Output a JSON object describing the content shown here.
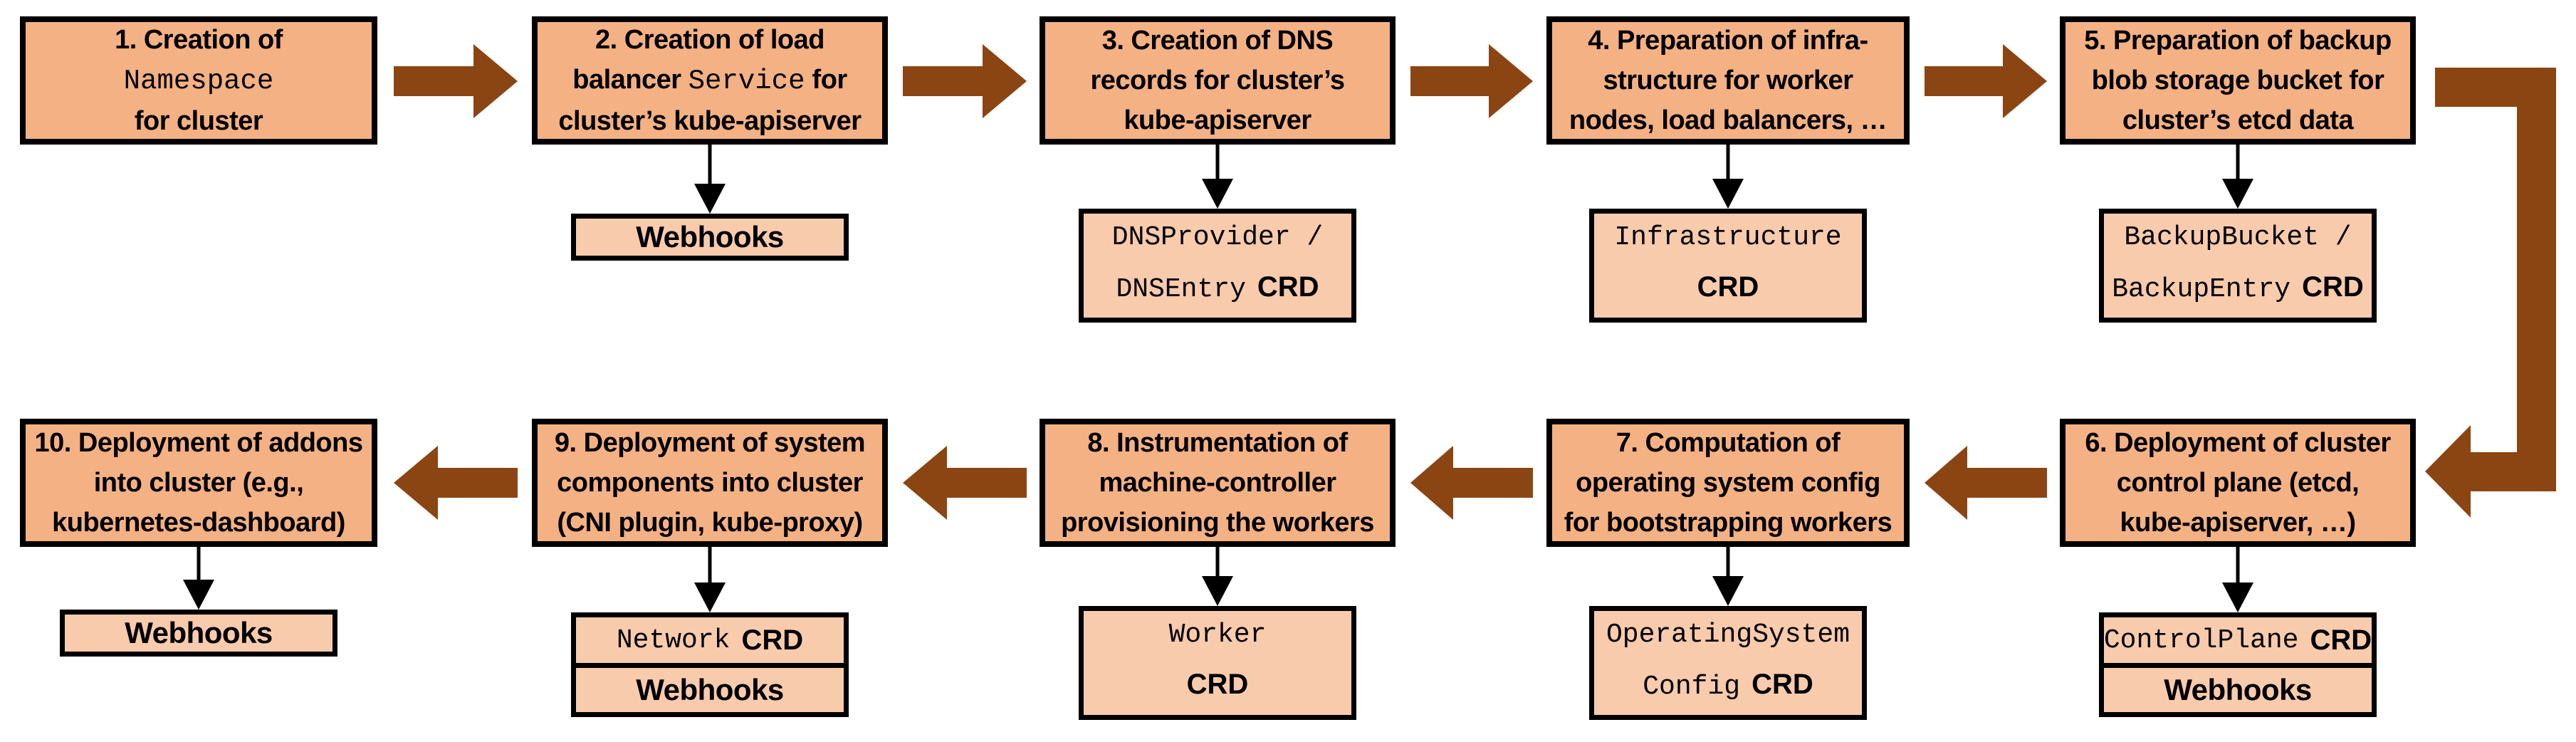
{
  "palette": {
    "box_fill": "#F4B183",
    "sub_fill": "#F8CBAD",
    "arrow": "#8B4513",
    "stroke": "#000000",
    "background": "#FFFFFF"
  },
  "steps": {
    "s1": {
      "l1": "1. Creation of",
      "l2_mono": "Namespace",
      "l3": "for cluster"
    },
    "s2": {
      "l1": "2. Creation of load",
      "l2a": "balancer",
      "l2_mono": "Service",
      "l2b": "for",
      "l3": "cluster’s kube-apiserver"
    },
    "s3": {
      "l1": "3. Creation of DNS",
      "l2": "records for cluster’s",
      "l3": "kube-apiserver"
    },
    "s4": {
      "l1": "4. Preparation of infra-",
      "l2": "structure for worker",
      "l3": "nodes, load balancers, …"
    },
    "s5": {
      "l1": "5. Preparation of backup",
      "l2": "blob storage bucket for",
      "l3": "cluster’s etcd data"
    },
    "s6": {
      "l1": "6. Deployment of cluster",
      "l2": "control plane (etcd,",
      "l3": "kube-apiserver, …)"
    },
    "s7": {
      "l1": "7. Computation of",
      "l2": "operating system config",
      "l3": "for bootstrapping workers"
    },
    "s8": {
      "l1": "8. Instrumentation of",
      "l2": "machine-controller",
      "l3": "provisioning the workers"
    },
    "s9": {
      "l1": "9. Deployment of system",
      "l2": "components into cluster",
      "l3": "(CNI plugin, kube-proxy)"
    },
    "s10": {
      "l1": "10. Deployment of addons",
      "l2": "into cluster (e.g.,",
      "l3": "kubernetes-dashboard)"
    }
  },
  "subs": {
    "webhooks": "Webhooks",
    "crd": "CRD",
    "dns_l1": "DNSProvider /",
    "dns_l2_mono": "DNSEntry",
    "infra_mono": "Infrastructure",
    "backup_l1": "BackupBucket /",
    "backup_l2_mono": "BackupEntry",
    "controlplane_mono": "ControlPlane",
    "osc_l1_mono": "OperatingSystem",
    "osc_l2_mono": "Config",
    "worker_mono": "Worker",
    "network_mono": "Network"
  }
}
